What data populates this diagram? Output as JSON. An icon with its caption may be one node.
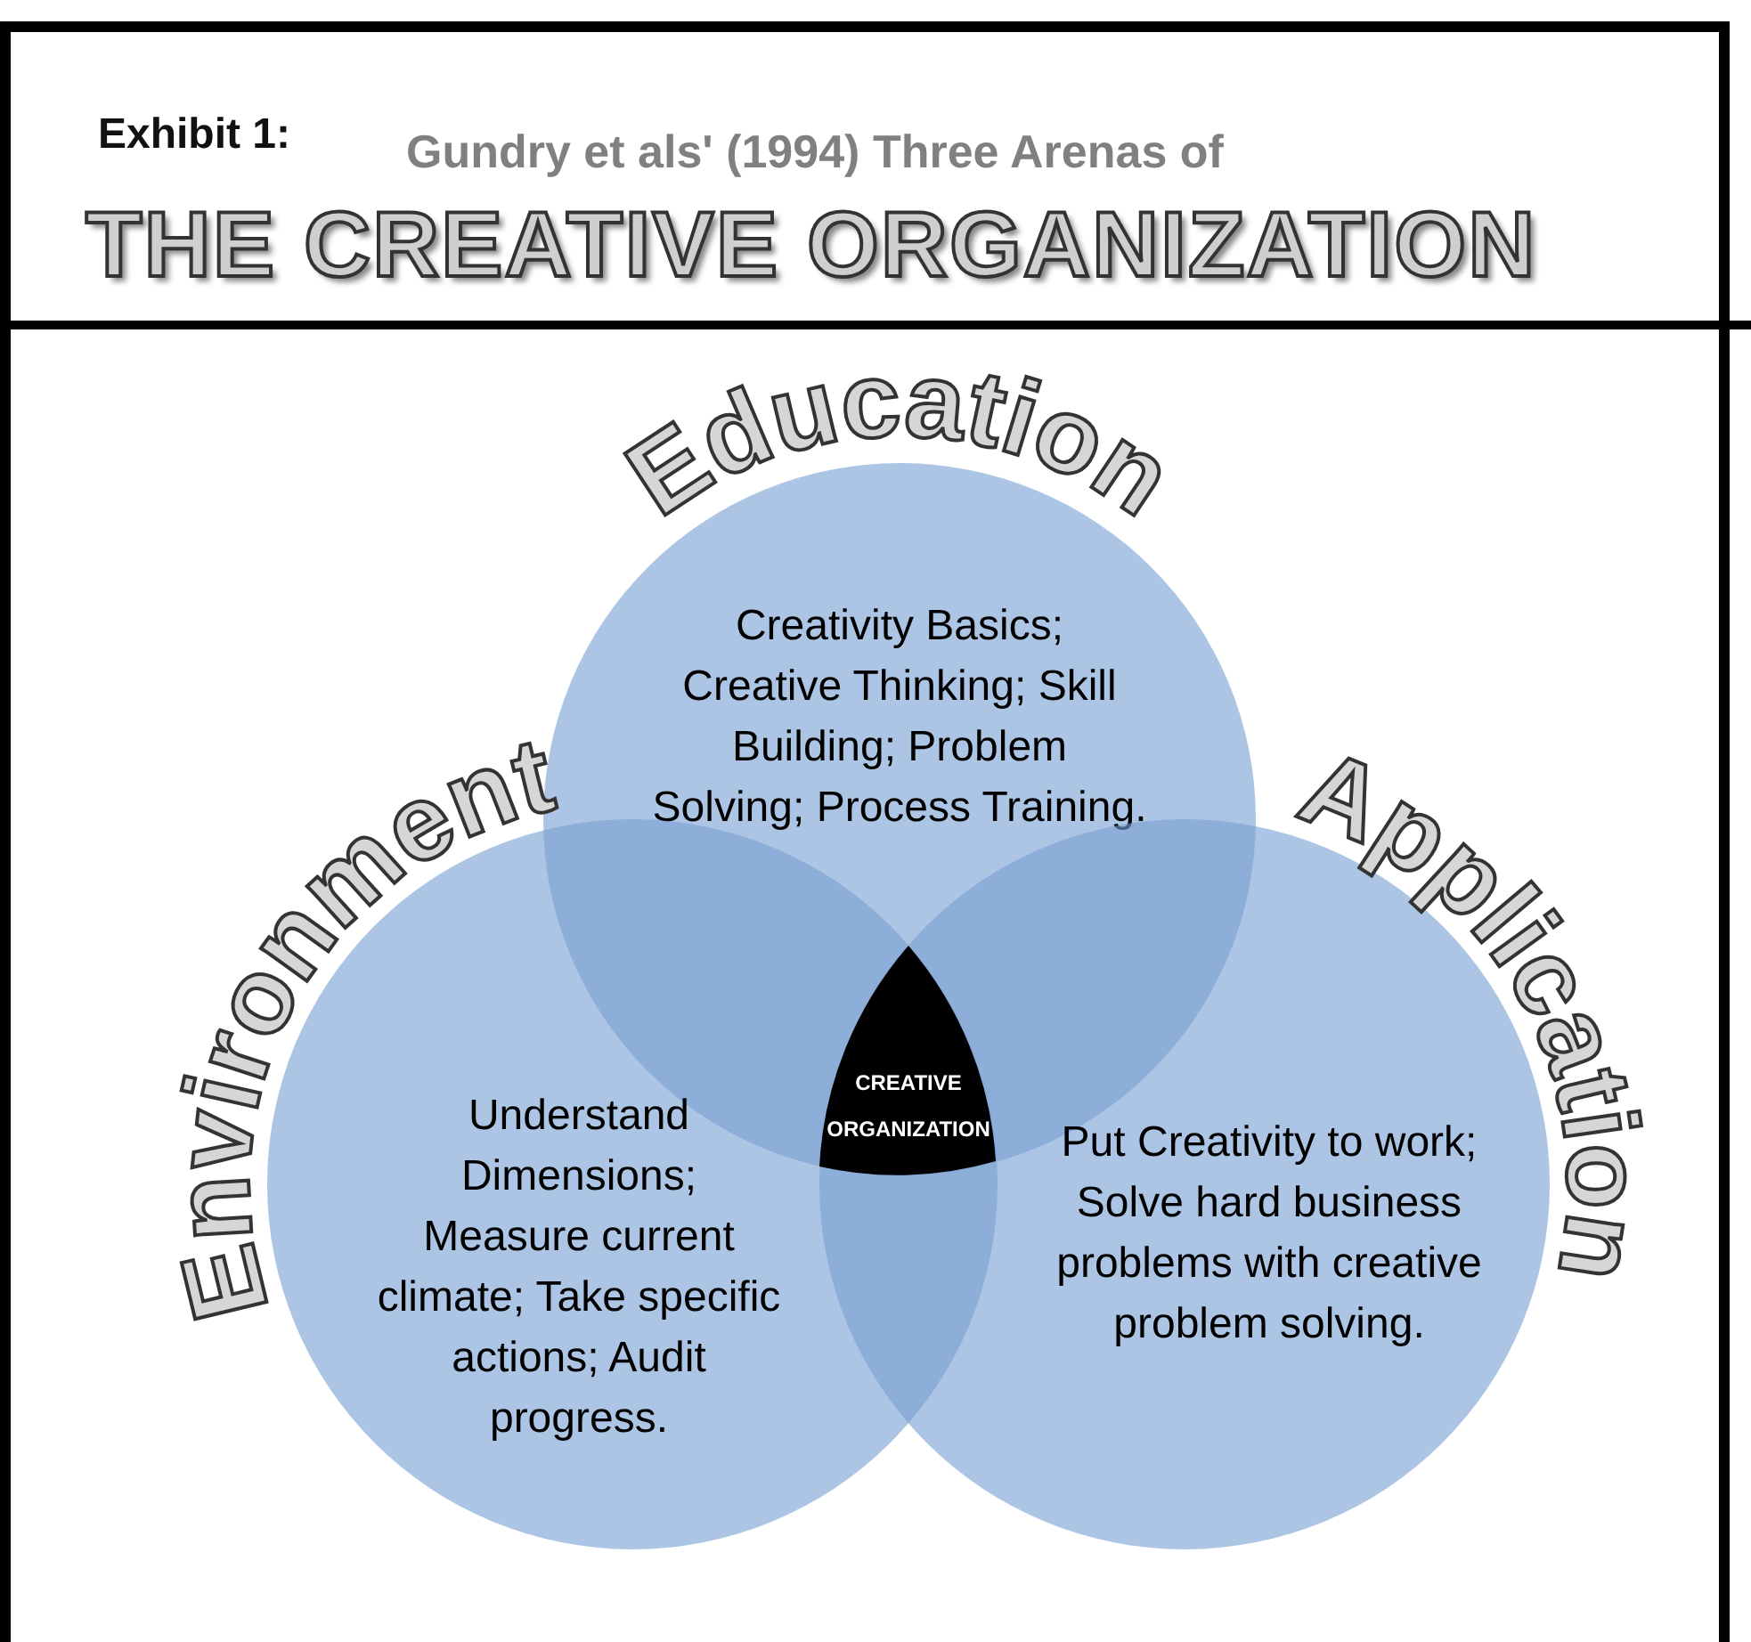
{
  "diagram": {
    "title": "THE CREATIVE ORGANIZATION",
    "nodes": [
      {
        "text": [
          "Education",
          "Creativity Basics; Creative Thinking; Skill Building; Problem Solving; Process Training."
        ]
      },
      {
        "text": [
          "Environment",
          "Understand Dimensions; Measure current climate; Take specific actions; Audit progress."
        ]
      },
      {
        "text": [
          "Application",
          "Put Creativity to work; Solve hard business problems with creative problem solving."
        ]
      },
      {
        "text": [
          "CREATIVE ORGANIZATION"
        ]
      }
    ],
    "labels": [
      "Exhibit 1:",
      "Gundry et als' (1994) Three Arenas of"
    ]
  }
}
